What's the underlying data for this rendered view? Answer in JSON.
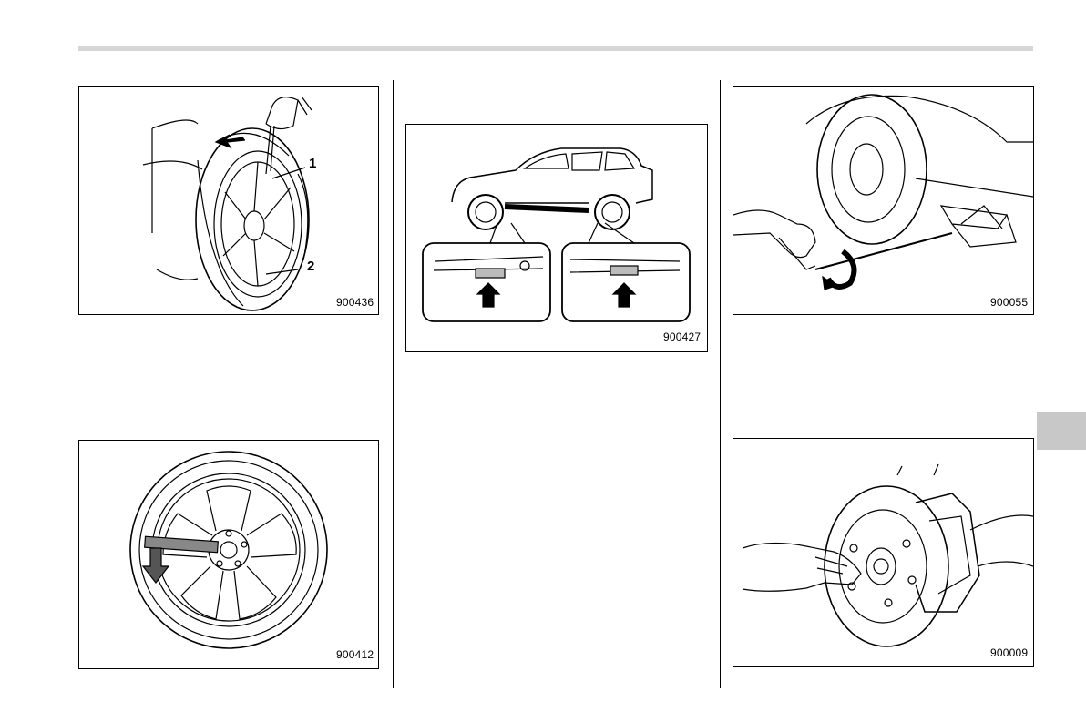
{
  "figures": {
    "valve_removal": {
      "code": "900436",
      "callout_1": "1",
      "callout_2": "2"
    },
    "wheel_nut_loosen": {
      "code": "900412"
    },
    "jack_points": {
      "code": "900427"
    },
    "jack_raise": {
      "code": "900055"
    },
    "hub_clean": {
      "code": "900009"
    }
  }
}
